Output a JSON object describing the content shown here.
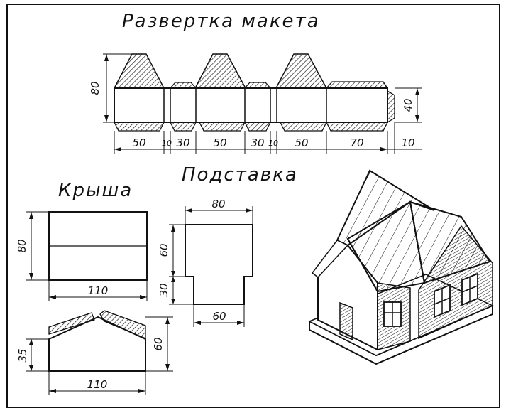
{
  "labels": {
    "title": "Развертка макета",
    "roof": "Крыша",
    "base": "Подставка"
  },
  "dimensions": {
    "unfold_height": "80",
    "unfold_side": "40",
    "seg1": "50",
    "seg2": "10",
    "seg3": "30",
    "seg4": "50",
    "seg5": "30",
    "seg6": "10",
    "seg7": "50",
    "seg8": "70",
    "seg9": "10",
    "roof_height": "80",
    "roof_width": "110",
    "gable_left": "35",
    "gable_right": "60",
    "gable_width": "110",
    "base_top": "80",
    "base_left_upper": "60",
    "base_left_lower": "30",
    "base_bottom": "60"
  },
  "colors": {
    "ink": "#111111",
    "paper": "#ffffff"
  }
}
